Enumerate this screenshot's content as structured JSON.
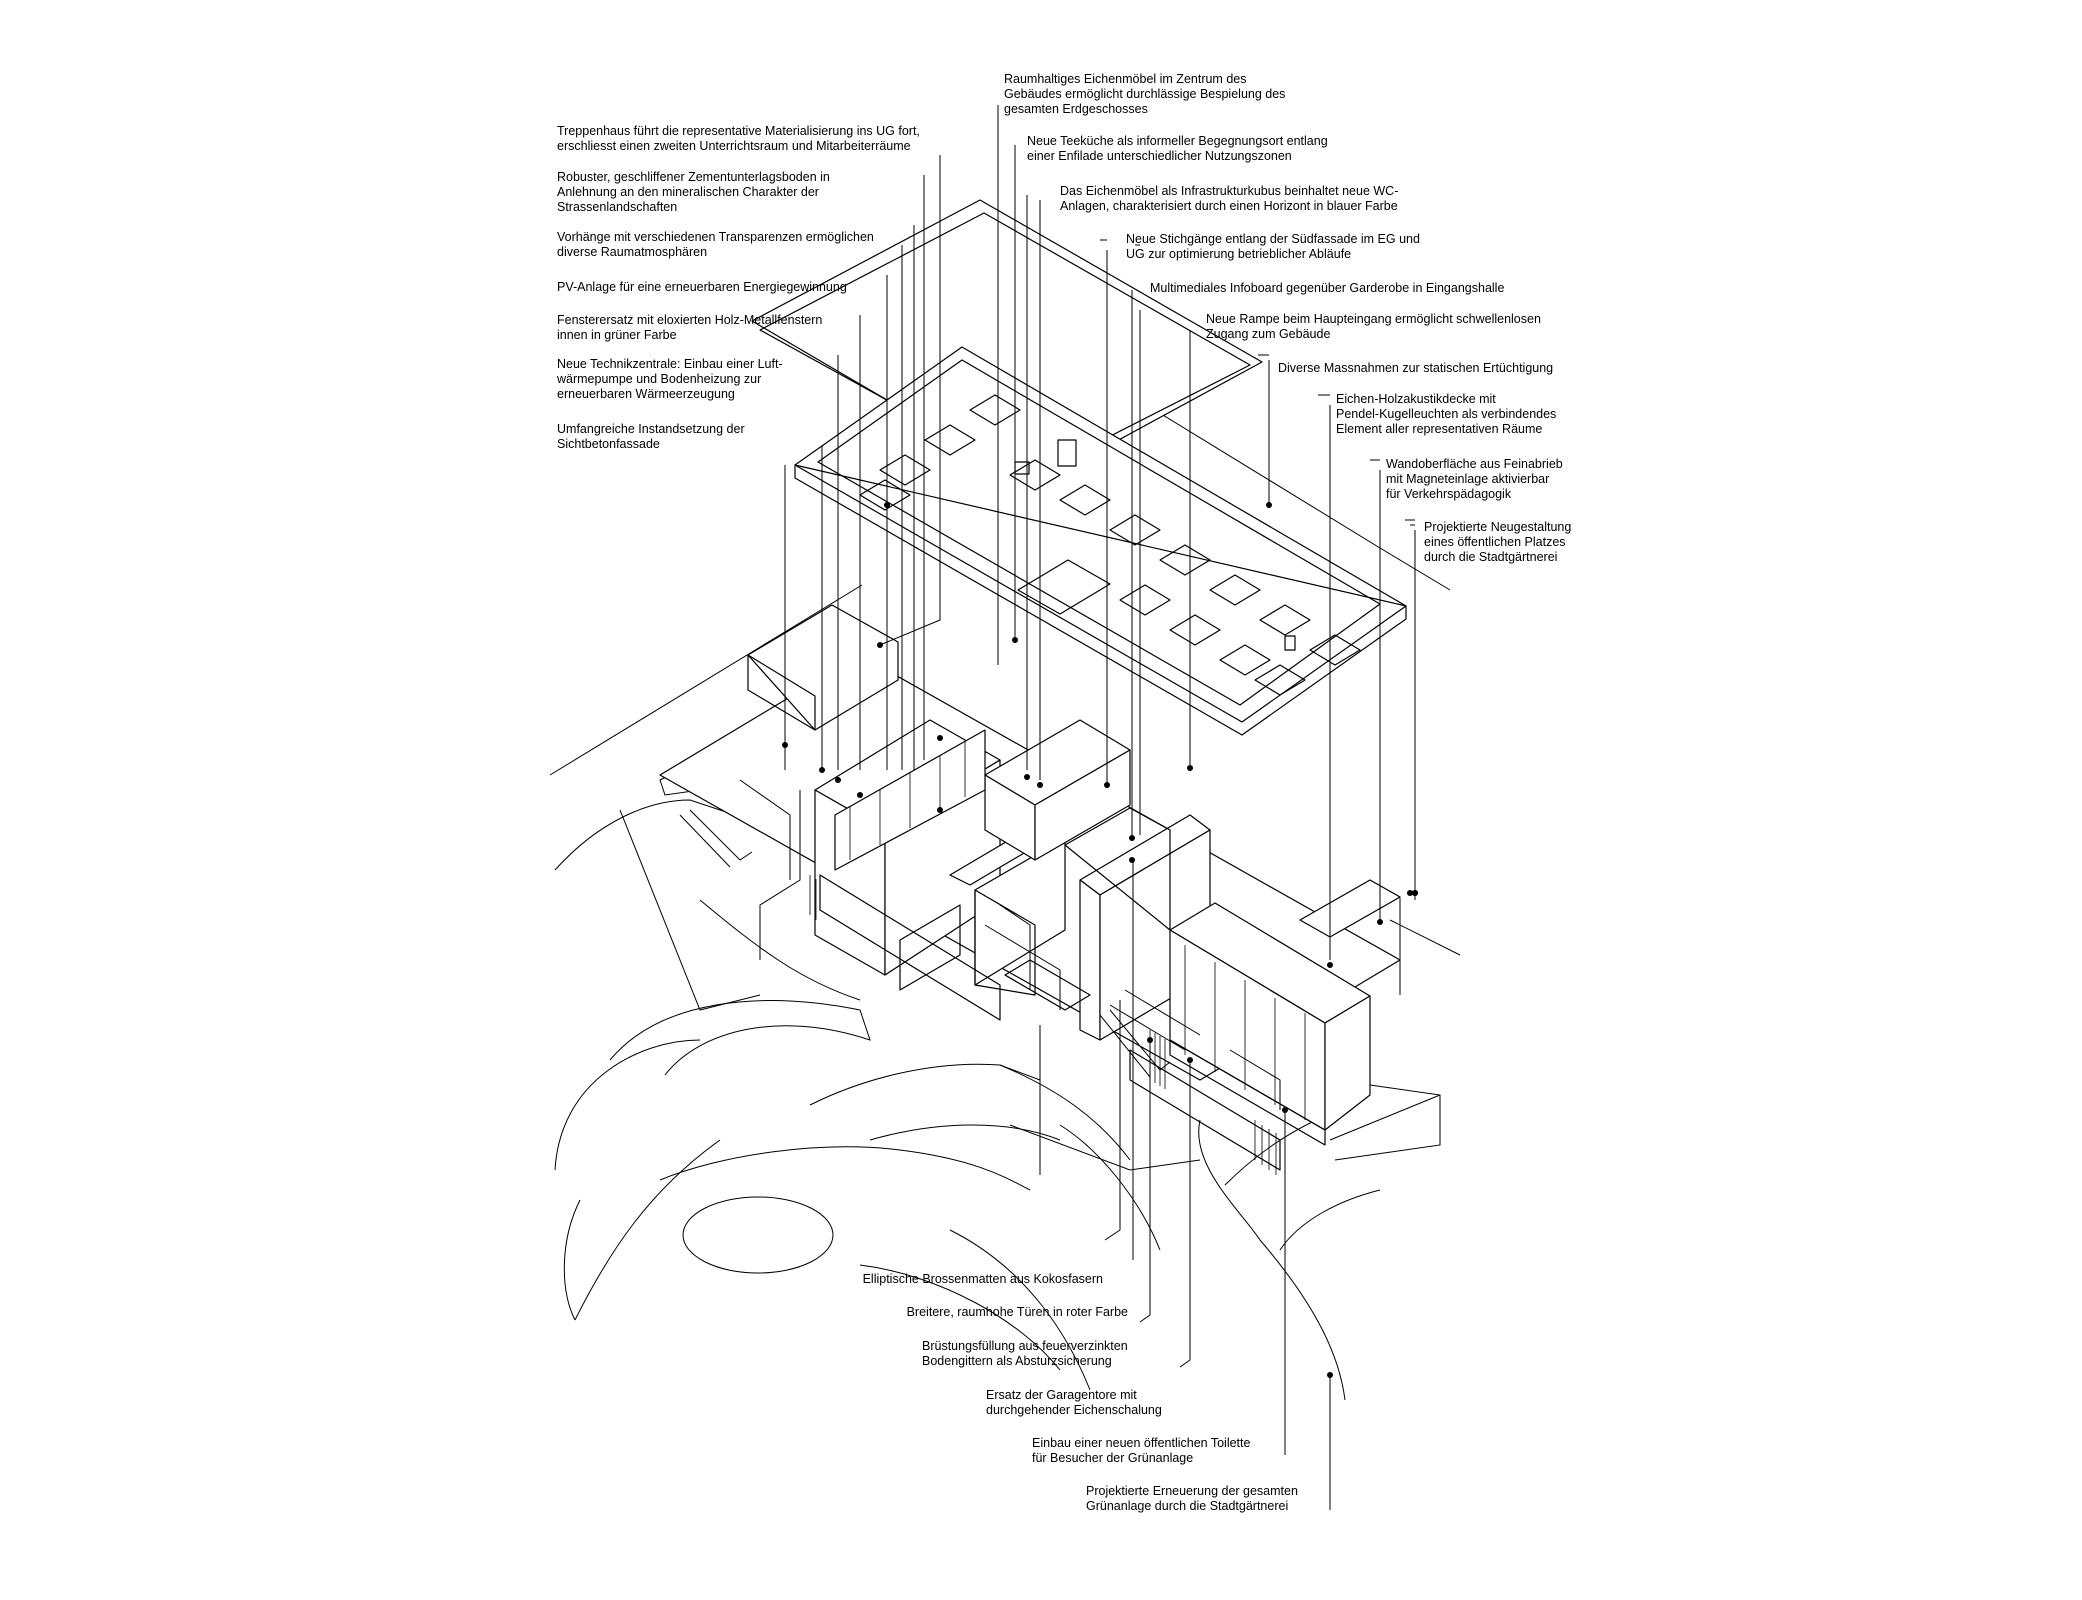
{
  "annotations_left": [
    {
      "id": "treppenhaus",
      "lines": [
        "Treppenhaus führt die representative Materialisierung ins UG fort,",
        "erschliesst einen zweiten Unterrichtsraum und Mitarbeiterräume"
      ]
    },
    {
      "id": "zementboden",
      "lines": [
        "Robuster, geschliffener Zementunterlagsboden in",
        "Anlehnung an den mineralischen Charakter der",
        "Strassenlandschaften"
      ]
    },
    {
      "id": "vorhaenge",
      "lines": [
        "Vorhänge mit verschiedenen Transparenzen ermöglichen",
        "diverse Raumatmosphären"
      ]
    },
    {
      "id": "pv-anlage",
      "lines": [
        "PV-Anlage für eine erneuerbaren Energiegewinnung"
      ]
    },
    {
      "id": "fensterersatz",
      "lines": [
        "Fensterersatz mit eloxierten Holz-Metallfenstern",
        "innen in grüner Farbe"
      ]
    },
    {
      "id": "technikzentrale",
      "lines": [
        "Neue Technikzentrale: Einbau einer Luft-",
        "wärmepumpe und Bodenheizung zur",
        "erneuerbaren Wärmeerzeugung"
      ]
    },
    {
      "id": "instandsetzung",
      "lines": [
        "Umfangreiche Instandsetzung der",
        "Sichtbetonfassade"
      ]
    }
  ],
  "annotations_right": [
    {
      "id": "eichenmoebel",
      "lines": [
        "Raumhaltiges Eichenmöbel im Zentrum des",
        "Gebäudes ermöglicht durchlässige Bespielung des",
        "gesamten Erdgeschosses"
      ]
    },
    {
      "id": "teekueche",
      "lines": [
        "Neue Teeküche als informeller Begegnungsort entlang",
        "einer Enfilade unterschiedlicher Nutzungszonen"
      ]
    },
    {
      "id": "infrastrukturkubus",
      "lines": [
        "Das Eichenmöbel als Infrastrukturkubus beinhaltet neue WC-",
        "Anlagen, charakterisiert durch einen Horizont in blauer Farbe"
      ]
    },
    {
      "id": "stichgaenge",
      "lines": [
        "Neue Stichgänge entlang der Südfassade im EG und",
        "UG zur optimierung betrieblicher Abläufe"
      ]
    },
    {
      "id": "infoboard",
      "lines": [
        "Multimediales Infoboard gegenüber Garderobe in Eingangshalle"
      ]
    },
    {
      "id": "rampe",
      "lines": [
        "Neue Rampe beim Haupteingang ermöglicht schwellenlosen",
        "Zugang zum Gebäude"
      ]
    },
    {
      "id": "statik",
      "lines": [
        "Diverse Massnahmen zur statischen Ertüchtigung"
      ]
    },
    {
      "id": "akustikdecke",
      "lines": [
        "Eichen-Holzakustikdecke mit",
        "Pendel-Kugelleuchten als verbindendes",
        "Element aller representativen Räume"
      ]
    },
    {
      "id": "wandoberflaeche",
      "lines": [
        "Wandoberfläche aus Feinabrieb",
        "mit Magneteinlage aktivierbar",
        "für Verkehrspädagogik"
      ]
    },
    {
      "id": "platz",
      "lines": [
        "Projektierte Neugestaltung",
        "eines öffentlichen Platzes",
        "durch die Stadtgärtnerei"
      ]
    }
  ],
  "annotations_bottom": [
    {
      "id": "brossenmatten",
      "lines": [
        "Elliptische Brossenmatten aus Kokosfasern"
      ]
    },
    {
      "id": "tueren",
      "lines": [
        "Breitere, raumhohe Türen in roter Farbe"
      ]
    },
    {
      "id": "bruestung",
      "lines": [
        "Brüstungsfüllung aus feuerverzinkten",
        "Bodengittern als Absturzsicherung"
      ]
    },
    {
      "id": "garagentore",
      "lines": [
        "Ersatz der Garagentore mit",
        "durchgehender Eichenschalung"
      ]
    },
    {
      "id": "toilette",
      "lines": [
        "Einbau einer neuen öffentlichen Toilette",
        "für Besucher der Grünanlage"
      ]
    },
    {
      "id": "gruenanlage",
      "lines": [
        "Projektierte Erneuerung der gesamten",
        "Grünanlage durch die Stadtgärtnerei"
      ]
    }
  ]
}
